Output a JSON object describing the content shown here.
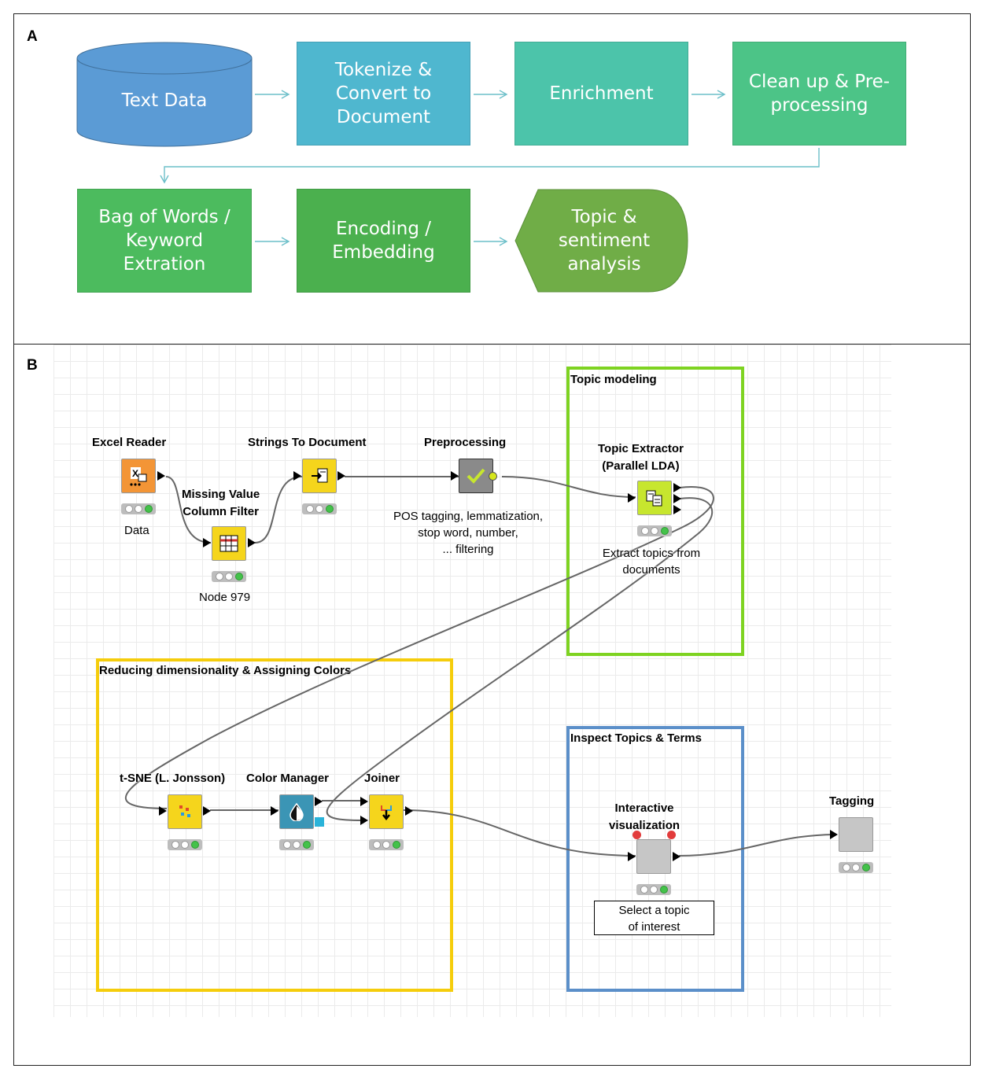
{
  "panelA": {
    "label": "A",
    "boxes": [
      {
        "id": "text-data",
        "lines": [
          "Text Data"
        ],
        "color": "#5b9bd5"
      },
      {
        "id": "tokenize",
        "lines": [
          "Tokenize &",
          "Convert to",
          "Document"
        ],
        "color": "#4fb7cf"
      },
      {
        "id": "enrichment",
        "lines": [
          "Enrichment"
        ],
        "color": "#4cc4aa"
      },
      {
        "id": "cleanup",
        "lines": [
          "Clean up & Pre-",
          "processing"
        ],
        "color": "#4cc487"
      },
      {
        "id": "bag-of-words",
        "lines": [
          "Bag of Words /",
          "Keyword",
          "Extration"
        ],
        "color": "#4cbb5e"
      },
      {
        "id": "encoding",
        "lines": [
          "Encoding /",
          "Embedding"
        ],
        "color": "#4bb04e"
      },
      {
        "id": "topic-sentiment",
        "lines": [
          "Topic &",
          "sentiment",
          "analysis"
        ],
        "color": "#70ad47"
      }
    ],
    "arrow_color": "#6cbfc9"
  },
  "panelB": {
    "label": "B",
    "groups": {
      "topic_modeling": {
        "title": "Topic modeling",
        "color": "#7ed321"
      },
      "reducing": {
        "title": "Reducing dimensionality & Assigning Colors",
        "color": "#f5cd0c"
      },
      "inspect": {
        "title": "Inspect Topics & Terms",
        "color": "#5b8fc9"
      }
    },
    "nodes": {
      "excel_reader": {
        "title": "Excel Reader",
        "caption": "Data",
        "color": "#f39536",
        "icon": "excel-icon"
      },
      "missing_value": {
        "title_lines": [
          "Missing Value",
          "Column Filter"
        ],
        "caption": "Node 979",
        "color": "#f5d51c",
        "icon": "table-grid-icon"
      },
      "strings_to_doc": {
        "title": "Strings To Document",
        "color": "#f5d51c",
        "icon": "document-icon"
      },
      "preprocessing": {
        "title": "Preprocessing",
        "caption_lines": [
          "POS tagging, lemmatization,",
          "stop word, number,",
          "... filtering"
        ],
        "color": "#8a8a8a",
        "icon": "check-icon"
      },
      "topic_extractor": {
        "title_lines": [
          "Topic Extractor",
          "(Parallel LDA)"
        ],
        "caption_lines": [
          "Extract topics from",
          "documents"
        ],
        "color": "#c7e62e",
        "icon": "topic-icon"
      },
      "tsne": {
        "title": "t-SNE (L. Jonsson)",
        "color": "#f5d51c",
        "icon": "scatter-icon"
      },
      "color_manager": {
        "title": "Color Manager",
        "color": "#3b95b5",
        "icon": "drop-icon"
      },
      "joiner": {
        "title": "Joiner",
        "color": "#f5d51c",
        "icon": "join-icon"
      },
      "interactive_vis": {
        "title_lines": [
          "Interactive",
          "visualization"
        ],
        "color": "#c6c6c6",
        "select_lines": [
          "Select a topic",
          "of interest"
        ]
      },
      "tagging": {
        "title": "Tagging",
        "color": "#c6c6c6"
      }
    }
  }
}
